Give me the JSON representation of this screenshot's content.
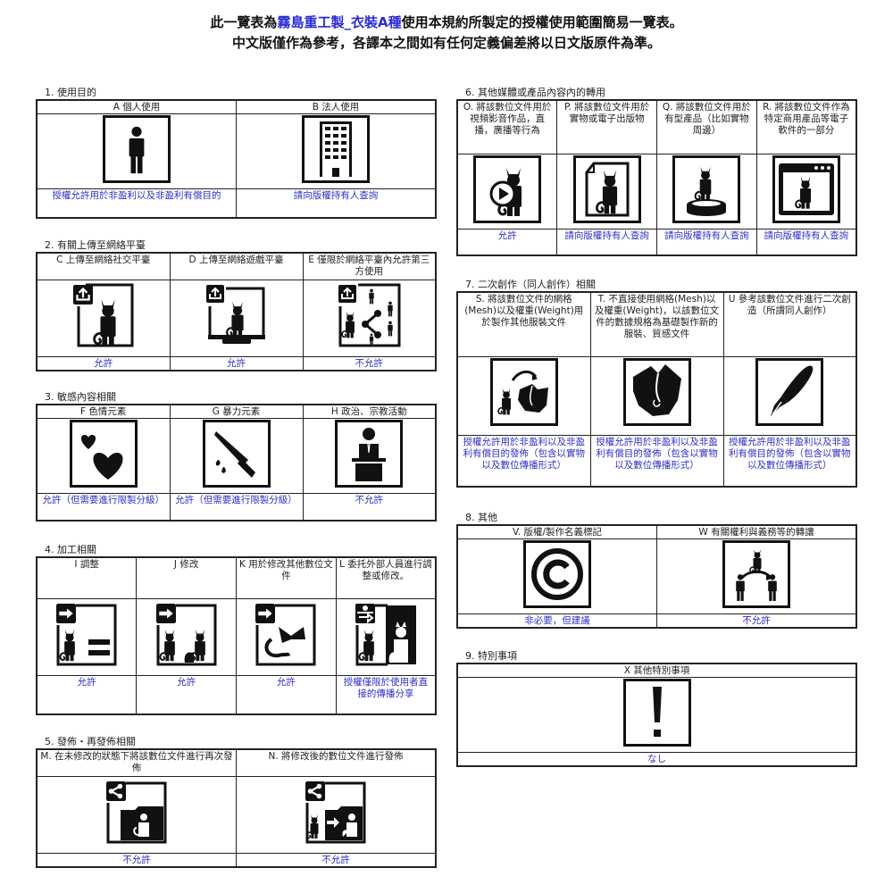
{
  "header": {
    "line1_prefix": "此一覽表為",
    "line1_highlight": "霧島重工製_衣裝A種",
    "line1_suffix": "使用本規約所製定的授權使用範圍簡易一覽表。",
    "line2": "中文版僅作為參考，各譯本之間如有任何定義偏差將以日文版原件為準。",
    "highlight_color": "#2a2ad8"
  },
  "colors": {
    "status_text": "#2f2fc8",
    "border": "#222222",
    "icon": "#111111"
  },
  "sections": [
    {
      "title": "1. 使用目的",
      "items": [
        {
          "label": "A 個人使用",
          "icon": "person-icon",
          "status": "授權允許用於非盈利以及非盈利有償目的"
        },
        {
          "label": "B 法人使用",
          "icon": "building-icon",
          "status": "請向版權持有人查詢"
        }
      ]
    },
    {
      "title": "2. 有關上傳至網絡平臺",
      "items": [
        {
          "label": "C 上傳至網絡社交平臺",
          "icon": "upload-social-icon",
          "status": "允許"
        },
        {
          "label": "D 上傳至網絡遊戲平臺",
          "icon": "upload-game-icon",
          "status": "允許"
        },
        {
          "label": "E 僅限於網絡平臺內允許第三方使用",
          "icon": "share-third-party-icon",
          "status": "不允許"
        }
      ]
    },
    {
      "title": "3. 敏感內容相關",
      "items": [
        {
          "label": "F 色情元素",
          "icon": "hearts-icon",
          "status": "允許（但需要進行限製分級）"
        },
        {
          "label": "G 暴力元素",
          "icon": "knife-icon",
          "status": "允許（但需要進行限製分級）"
        },
        {
          "label": "H 政治、宗教活動",
          "icon": "podium-speaker-icon",
          "status": "不允許"
        }
      ]
    },
    {
      "title": "4. 加工相關",
      "items": [
        {
          "label": "I 調整",
          "icon": "adjust-equal-icon",
          "status": "允許"
        },
        {
          "label": "J 修改",
          "icon": "modify-icon",
          "status": "允許"
        },
        {
          "label": "K 用於修改其他數位文件",
          "icon": "use-parts-icon",
          "status": "允許"
        },
        {
          "label": "L 委托外部人員進行調整或修改。",
          "icon": "outsource-icon",
          "status": "授權僅限於使用者直接的傳播分享"
        }
      ]
    },
    {
      "title": "5. 發佈・再發佈相關",
      "items": [
        {
          "label": "M. 在未修改的狀態下將該數位文件進行再次發佈",
          "icon": "share-folder-icon",
          "status": "不允許"
        },
        {
          "label": "N. 將修改後的數位文件進行發佈",
          "icon": "share-modified-folder-icon",
          "status": "不允許"
        }
      ]
    },
    {
      "title": "6. 其他媒體或產品內容內的轉用",
      "items": [
        {
          "label": "O. 將該數位文件用於視頻影音作品，直播，廣播等行為",
          "icon": "video-play-icon",
          "status": "允許"
        },
        {
          "label": "P. 將該數位文件用於實物或電子出版物",
          "icon": "publication-icon",
          "status": "請向版權持有人查詢"
        },
        {
          "label": "Q. 將該數位文件用於有型產品（比如實物周邊）",
          "icon": "figure-stand-icon",
          "status": "請向版權持有人查詢"
        },
        {
          "label": "R. 將該數位文件作為特定商用產品等電子軟件的一部分",
          "icon": "software-window-icon",
          "status": "請向版權持有人查詢"
        }
      ]
    },
    {
      "title": "7. 二次創作（同人創作）相關",
      "items": [
        {
          "label": "S. 將該數位文件的網格(Mesh)以及權重(Weight)用於製作其他服裝文件",
          "icon": "mesh-reuse-icon",
          "status": "授權允許用於非盈利以及非盈利有償目的發佈（包含以實物以及數位傳播形式）"
        },
        {
          "label": "T. 不直接使用網格(Mesh)以及權重(Weight)，以該數位文件的數據規格為基礎製作新的服裝、質感文件",
          "icon": "clothing-icon",
          "status": "授權允許用於非盈利以及非盈利有償目的發佈（包含以實物以及數位傳播形式）"
        },
        {
          "label": "U 參考該數位文件進行二次創造（所謂同人創作）",
          "icon": "pen-nib-icon",
          "status": "授權允許用於非盈利以及非盈利有償目的發佈（包含以實物以及數位傳播形式）"
        }
      ]
    },
    {
      "title": "8. 其他",
      "items": [
        {
          "label": "V. 版權/製作名義標記",
          "icon": "copyright-icon",
          "status": "非必要，但建議"
        },
        {
          "label": "W 有關權利與義務等的轉讓",
          "icon": "transfer-rights-icon",
          "status": "不允許"
        }
      ]
    },
    {
      "title": "9. 特別事項",
      "items": [
        {
          "label": "X 其他特別事項",
          "icon": "exclamation-icon",
          "status": "なし"
        }
      ]
    }
  ]
}
